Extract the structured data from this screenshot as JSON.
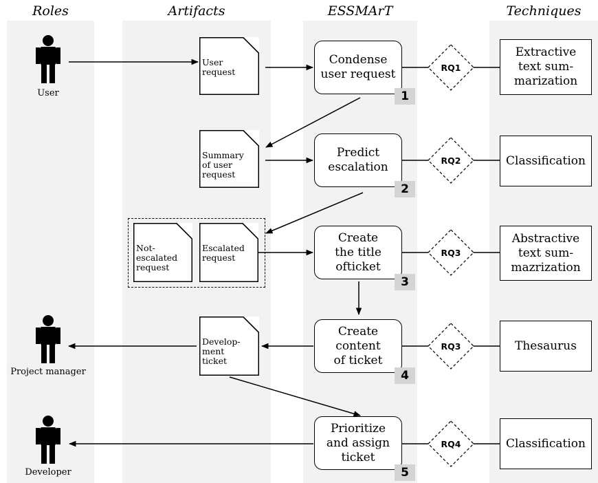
{
  "lanes": {
    "roles": "Roles",
    "artifacts": "Artifacts",
    "essmart": "ESSMArT",
    "techniques": "Techniques"
  },
  "roles": {
    "user": "User",
    "project_manager": "Project manager",
    "developer": "Developer"
  },
  "artifacts": {
    "user_request": [
      "User",
      "request"
    ],
    "summary": [
      "Summary",
      "of user",
      "request"
    ],
    "not_escalated": [
      "Not-",
      "escalated",
      "request"
    ],
    "escalated": [
      "Escalated",
      "request"
    ],
    "dev_ticket": [
      "Develop-",
      "ment",
      "ticket"
    ]
  },
  "steps": [
    {
      "number": "1",
      "label": [
        "Condense",
        "user request"
      ]
    },
    {
      "number": "2",
      "label": [
        "Predict",
        "escalation"
      ]
    },
    {
      "number": "3",
      "label": [
        "Create",
        "the title",
        "ofticket"
      ]
    },
    {
      "number": "4",
      "label": [
        "Create",
        "content",
        "of ticket"
      ]
    },
    {
      "number": "5",
      "label": [
        "Prioritize",
        "and assign",
        "ticket"
      ]
    }
  ],
  "research_questions": [
    "RQ1",
    "RQ2",
    "RQ3",
    "RQ3",
    "RQ4"
  ],
  "techniques": [
    [
      "Extractive",
      "text sum-",
      "marization"
    ],
    [
      "Classification"
    ],
    [
      "Abstractive",
      "text sum-",
      "mazrization"
    ],
    [
      "Thesaurus"
    ],
    [
      "Classification"
    ]
  ]
}
